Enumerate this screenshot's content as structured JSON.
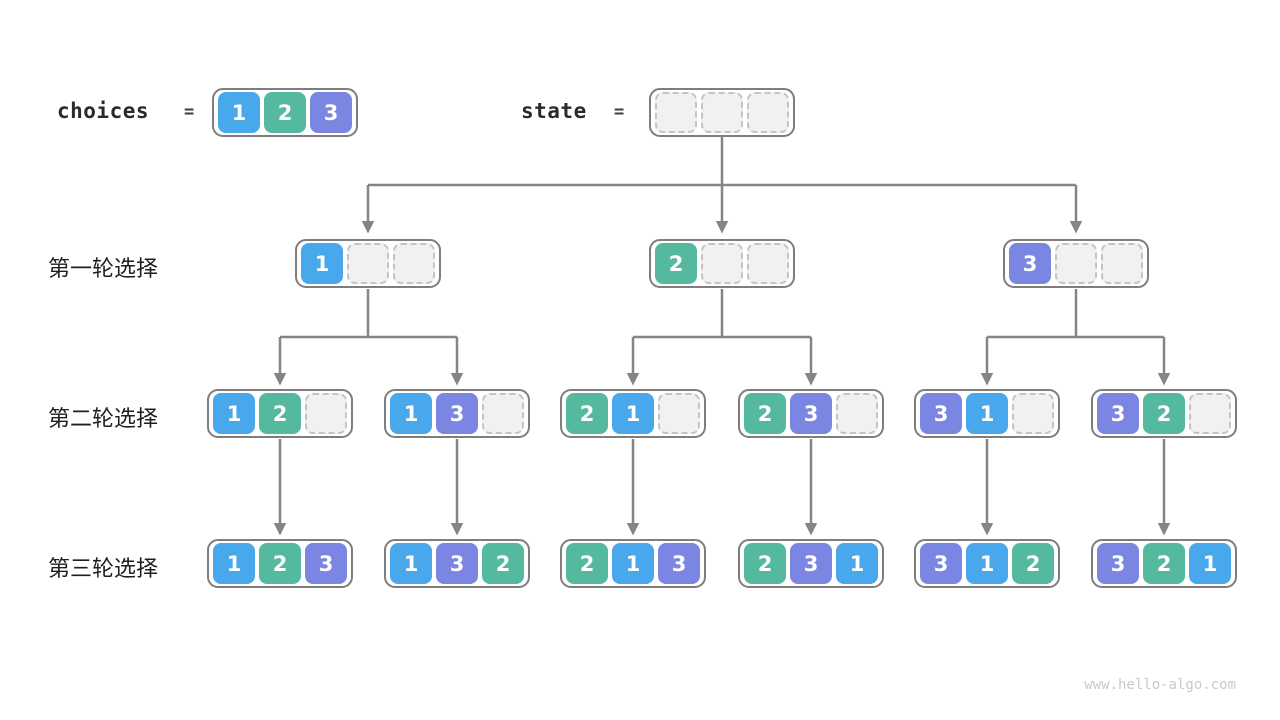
{
  "header": {
    "choices_label": "choices",
    "choices_equals": "=",
    "state_label": "state",
    "state_equals": "=",
    "choices_cells": [
      1,
      2,
      3
    ],
    "state_cells": [
      null,
      null,
      null
    ]
  },
  "row_labels": [
    "第一轮选择",
    "第二轮选择",
    "第三轮选择"
  ],
  "levels": {
    "l1": [
      [
        1,
        null,
        null
      ],
      [
        2,
        null,
        null
      ],
      [
        3,
        null,
        null
      ]
    ],
    "l2": [
      [
        1,
        2,
        null
      ],
      [
        1,
        3,
        null
      ],
      [
        2,
        1,
        null
      ],
      [
        2,
        3,
        null
      ],
      [
        3,
        1,
        null
      ],
      [
        3,
        2,
        null
      ]
    ],
    "l3": [
      [
        1,
        2,
        3
      ],
      [
        1,
        3,
        2
      ],
      [
        2,
        1,
        3
      ],
      [
        2,
        3,
        1
      ],
      [
        3,
        1,
        2
      ],
      [
        3,
        2,
        1
      ]
    ]
  },
  "colors": {
    "1": "#49A8EC",
    "2": "#55B9A0",
    "3": "#7B86E2",
    "arrow": "#858585",
    "node_border": "#7E7E7E",
    "empty_fill": "#F1F1F1",
    "empty_border": "#C4C4C4"
  },
  "watermark": "www.hello-algo.com"
}
